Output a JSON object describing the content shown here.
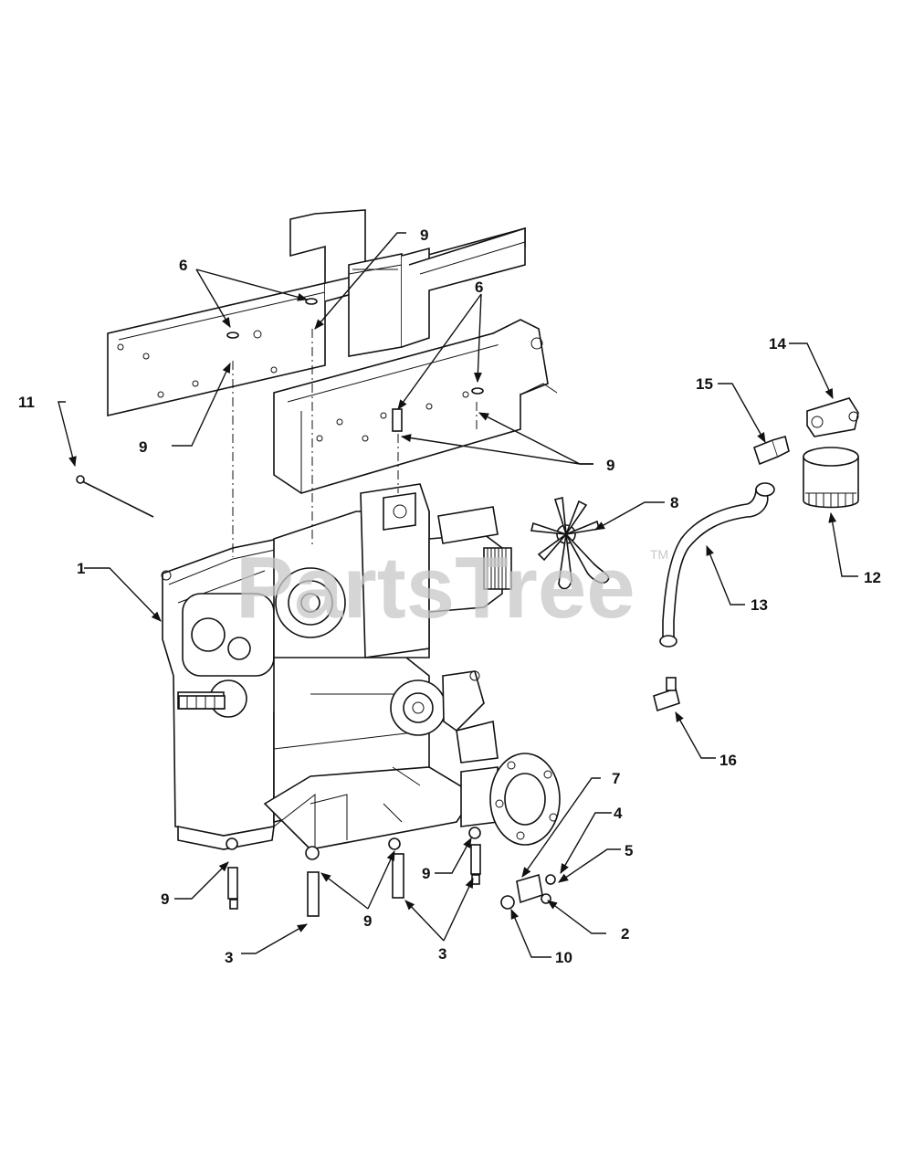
{
  "watermark": {
    "text": "PartsTree",
    "trademark": "TM"
  },
  "callouts": {
    "c1": "1",
    "c2": "2",
    "c3a": "3",
    "c3b": "3",
    "c4": "4",
    "c5": "5",
    "c6a": "6",
    "c6b": "6",
    "c7": "7",
    "c8": "8",
    "c9a": "9",
    "c9b": "9",
    "c9c": "9",
    "c9d": "9",
    "c9e": "9",
    "c9f": "9",
    "c10": "10",
    "c11": "11",
    "c12": "12",
    "c13": "13",
    "c14": "14",
    "c15": "15",
    "c16": "16"
  }
}
